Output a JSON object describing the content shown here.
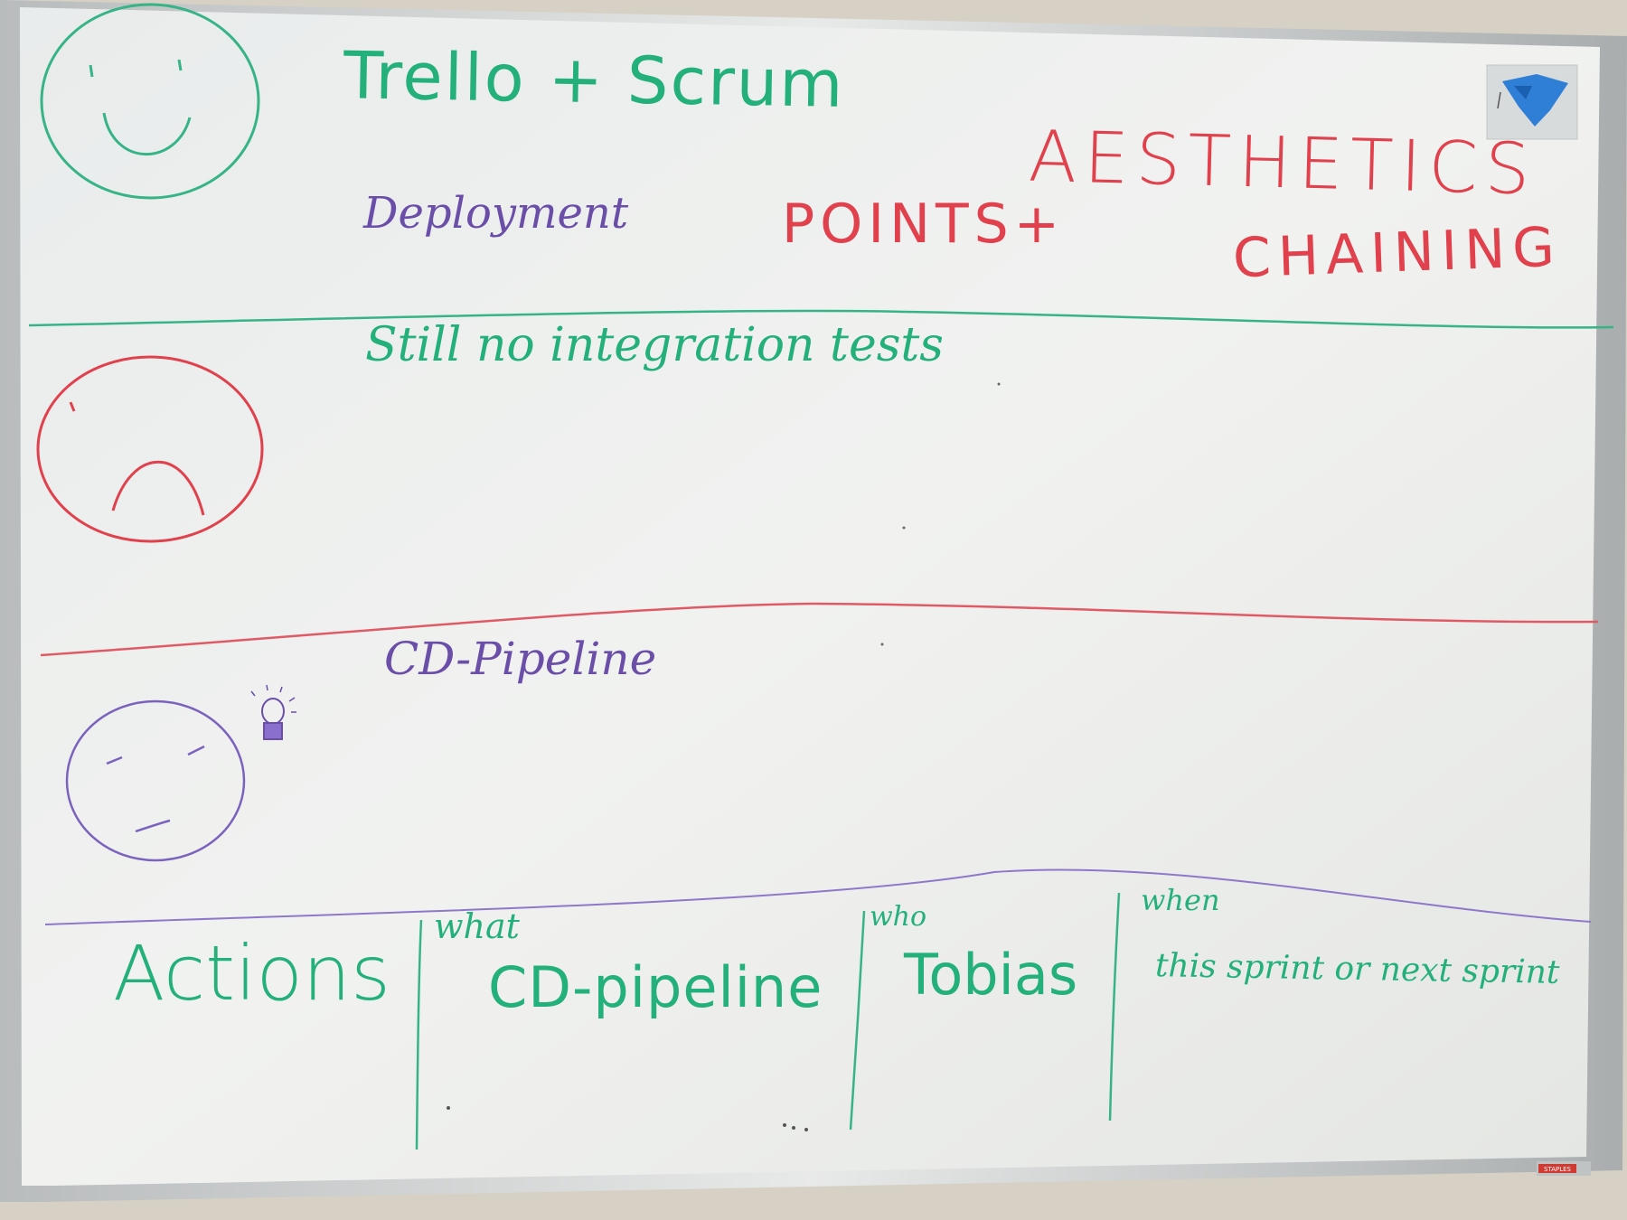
{
  "colors": {
    "green": "#23b07a",
    "red": "#e0414c",
    "purple": "#6a4ea8",
    "blue": "#3a7fd0"
  },
  "good_section": {
    "face_icon": "smiley-face-icon",
    "items": {
      "trello_scrum": "Trello + Scrum",
      "deployment": "Deployment",
      "points": "POINTS+",
      "aesthetics": "AESTHETICS",
      "chaining": "CHAINING"
    }
  },
  "bad_section": {
    "face_icon": "frowning-face-icon",
    "items": {
      "integration_tests": "Still no integration tests"
    }
  },
  "ideas_section": {
    "face_icon": "thinking-face-icon",
    "bulb_icon": "lightbulb-icon",
    "items": {
      "cd_pipeline": "CD-Pipeline"
    }
  },
  "actions_section": {
    "heading": "Actions",
    "columns": {
      "what": {
        "header": "what",
        "value": "CD-pipeline"
      },
      "who": {
        "header": "who",
        "value": "Tobias"
      },
      "when": {
        "header": "when",
        "value": "this sprint or next sprint"
      }
    }
  },
  "brand_label": "STAPLES"
}
